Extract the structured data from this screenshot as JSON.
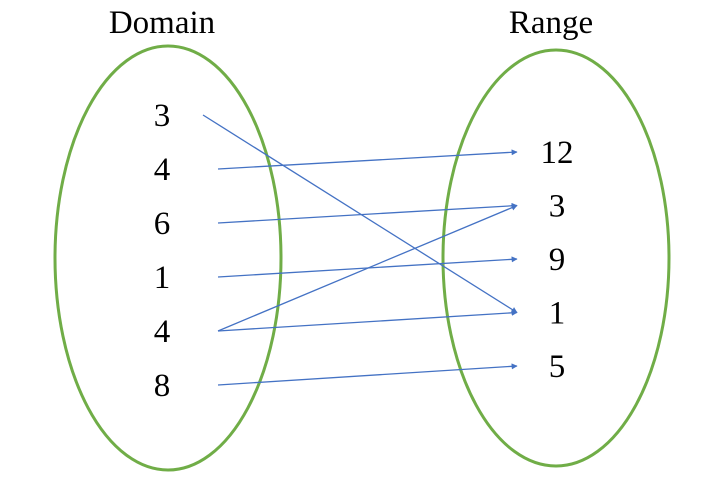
{
  "domain_title": "Domain",
  "range_title": "Range",
  "domain_values": [
    "3",
    "4",
    "6",
    "1",
    "4",
    "8"
  ],
  "range_values": [
    "12",
    "3",
    "9",
    "1",
    "5"
  ],
  "mappings": [
    {
      "from": 0,
      "to": 3
    },
    {
      "from": 1,
      "to": 0
    },
    {
      "from": 2,
      "to": 1
    },
    {
      "from": 3,
      "to": 2
    },
    {
      "from": 4,
      "to": 1
    },
    {
      "from": 4,
      "to": 3
    },
    {
      "from": 5,
      "to": 4
    }
  ],
  "colors": {
    "oval_stroke": "#70AD47",
    "arrow": "#4472C4",
    "text": "#000000"
  }
}
